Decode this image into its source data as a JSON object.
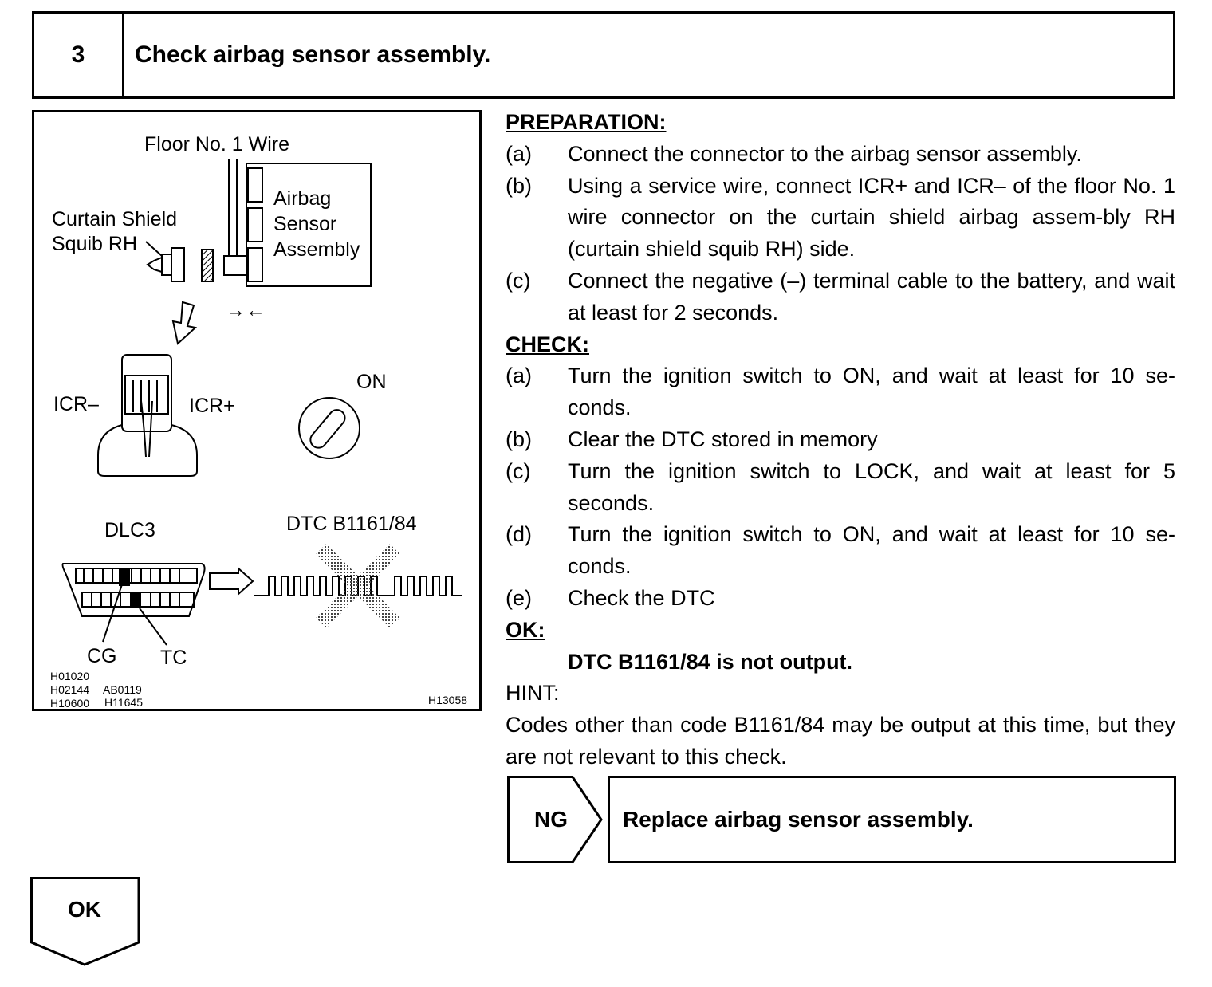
{
  "step": {
    "number": "3",
    "title": "Check airbag sensor assembly."
  },
  "figure": {
    "labels": {
      "floor_wire": "Floor No. 1 Wire",
      "sensor_line1": "Airbag",
      "sensor_line2": "Sensor",
      "sensor_line3": "Assembly",
      "squib_line1": "Curtain Shield",
      "squib_line2": "Squib RH",
      "connect_arrows": "→←",
      "icr_minus": "ICR–",
      "icr_plus": "ICR+",
      "on": "ON",
      "dlc3": "DLC3",
      "dtc": "DTC B1161/84",
      "cg": "CG",
      "tc": "TC"
    },
    "refs": {
      "ref1": "H01020",
      "ref2": "H02144",
      "ref3": "AB0119",
      "ref4": "H10600",
      "ref5": "H11645",
      "ref6": "H13058"
    }
  },
  "preparation": {
    "heading": "PREPARATION:",
    "items": [
      {
        "label": "(a)",
        "text": "Connect the connector to the airbag sensor assembly."
      },
      {
        "label": "(b)",
        "text": "Using a service wire, connect ICR+ and ICR– of the floor No. 1 wire connector on the curtain shield airbag assem-bly RH (curtain shield squib RH) side."
      },
      {
        "label": "(c)",
        "text": "Connect the negative (–) terminal cable to the battery, and wait at least for 2 seconds."
      }
    ]
  },
  "check": {
    "heading": "CHECK:",
    "items": [
      {
        "label": "(a)",
        "text": "Turn the ignition switch to ON, and wait at least for 10 se-conds."
      },
      {
        "label": "(b)",
        "text": "Clear the DTC stored in memory"
      },
      {
        "label": "(c)",
        "text": "Turn the ignition switch to LOCK, and wait at least for 5 seconds."
      },
      {
        "label": "(d)",
        "text": "Turn the ignition switch to ON, and wait at least for 10 se-conds."
      },
      {
        "label": "(e)",
        "text": "Check the DTC"
      }
    ]
  },
  "ok": {
    "heading": "OK:",
    "value": "DTC B1161/84 is not output."
  },
  "hint": {
    "heading": "HINT:",
    "text": "Codes other than code B1161/84 may be output at this time, but they are not relevant to this check."
  },
  "results": {
    "ng_label": "NG",
    "ng_action": "Replace airbag sensor assembly.",
    "ok_label": "OK"
  }
}
